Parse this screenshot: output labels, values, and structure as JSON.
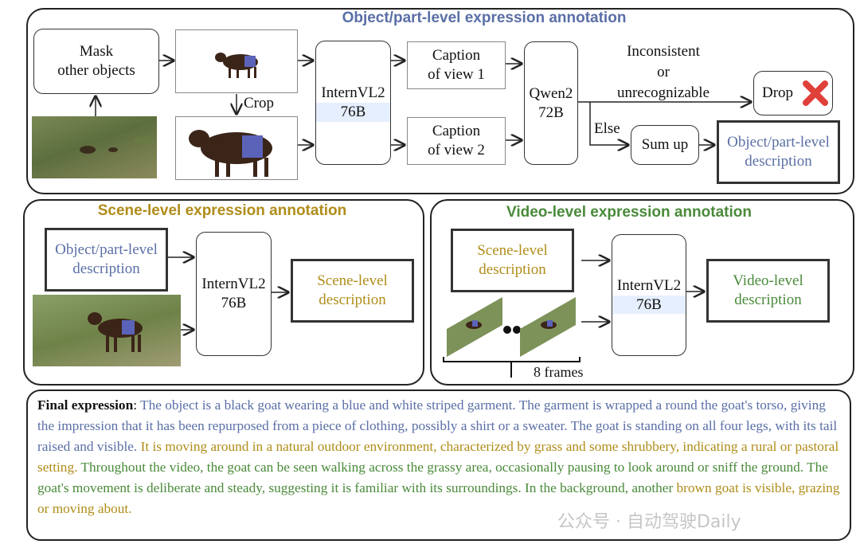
{
  "object_panel": {
    "title": "Object/part-level expression annotation",
    "mask_box": [
      "Mask",
      "other objects"
    ],
    "crop_label": "Crop",
    "model_box": [
      "InternVL2",
      "76B"
    ],
    "caption1": [
      "Caption",
      "of view 1"
    ],
    "caption2": [
      "Caption",
      "of view 2"
    ],
    "qwen_box": [
      "Qwen2",
      "72B"
    ],
    "inconsistent_text": [
      "Inconsistent",
      "or",
      "unrecognizable"
    ],
    "else_label": "Else",
    "drop_label": "Drop",
    "sum_up": "Sum up",
    "output": [
      "Object/part-level",
      "description"
    ]
  },
  "scene_panel": {
    "title": "Scene-level expression annotation",
    "input": [
      "Object/part-level",
      "description"
    ],
    "model_box": [
      "InternVL2",
      "76B"
    ],
    "output": [
      "Scene-level",
      "description"
    ]
  },
  "video_panel": {
    "title": "Video-level expression annotation",
    "input": [
      "Scene-level",
      "description"
    ],
    "model_box": [
      "InternVL2",
      "76B"
    ],
    "output": [
      "Video-level",
      "description"
    ],
    "frames_label": "8 frames"
  },
  "final": {
    "label": "Final expression",
    "colon": ":",
    "object_text": " The object is a black goat wearing a blue and white striped garment. The garment is wrapped a round the goat's torso, giving the impression that it has been repurposed from a piece of clothing, possibly a shirt or a sweater. The goat is standing on all four legs, with its tail raised and visible.",
    "scene_text": " It is moving around in a natural outdoor environment, characterized by grass and some shrubbery, indicating a rural or pastoral setting.",
    "video_text": " Throughout the video, the goat can be seen walking across the grassy area, occasionally pausing to look around or sniff the ground. The goat's movement is deliberate and steady, suggesting it is familiar with its surroundings. In the background, another",
    "scene_text_2": " brown goat is visible, grazing or moving about."
  },
  "watermark": "公众号 · 自动驾驶Daily",
  "colors": {
    "blue": "#5a6fa6",
    "gold": "#b08d1a",
    "green": "#4a8a3a",
    "drop_x": "#e0403a"
  }
}
